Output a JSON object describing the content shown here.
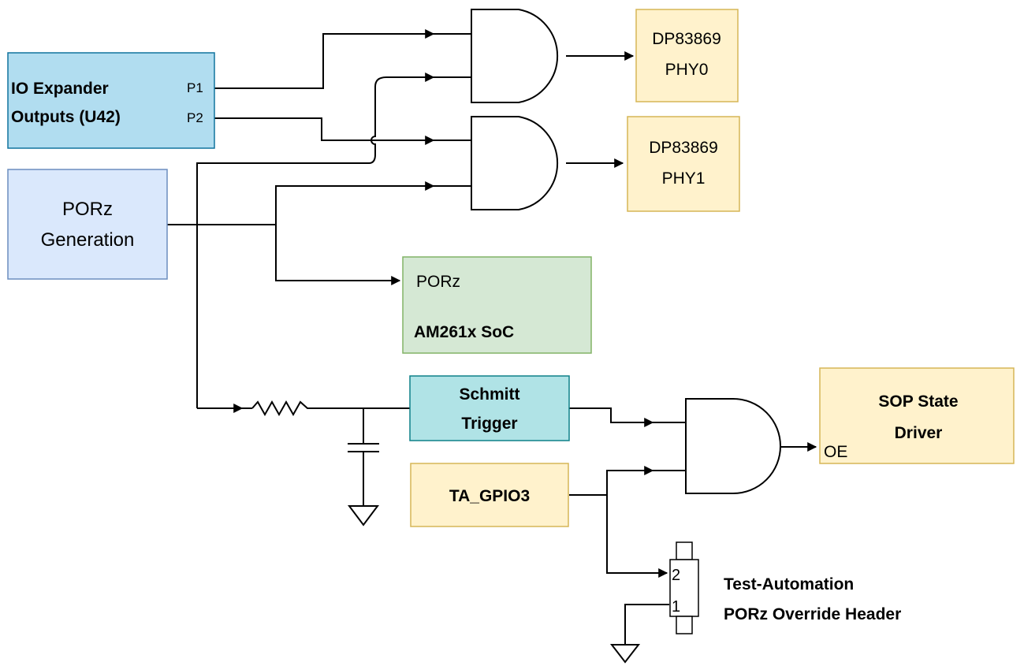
{
  "colors": {
    "blue_block": "#b1ddf0",
    "blue_border": "#10739e",
    "light_blue_block": "#dae8fc",
    "light_blue_border": "#6c8ebf",
    "orange_block": "#fff2cc",
    "orange_border": "#d6b656",
    "green_block": "#d5e8d4",
    "green_border": "#82b366",
    "teal_block": "#b0e3e6",
    "teal_border": "#0e8088"
  },
  "blocks": {
    "io_expander": {
      "line1": "IO Expander",
      "line2": "Outputs (U42)",
      "pin_p1": "P1",
      "pin_p2": "P2"
    },
    "porz_gen": {
      "line1": "PORz",
      "line2": "Generation"
    },
    "phy0": {
      "line1": "DP83869",
      "line2": "PHY0"
    },
    "phy1": {
      "line1": "DP83869",
      "line2": "PHY1"
    },
    "soc": {
      "pin": "PORz",
      "name": "AM261x SoC"
    },
    "schmitt": {
      "line1": "Schmitt",
      "line2": "Trigger"
    },
    "gpio": {
      "label": "TA_GPIO3"
    },
    "sop": {
      "line1": "SOP State",
      "line2": "Driver",
      "pin": "OE"
    },
    "header": {
      "pin2": "2",
      "pin1": "1",
      "line1": "Test-Automation",
      "line2": "PORz Override Header"
    }
  }
}
